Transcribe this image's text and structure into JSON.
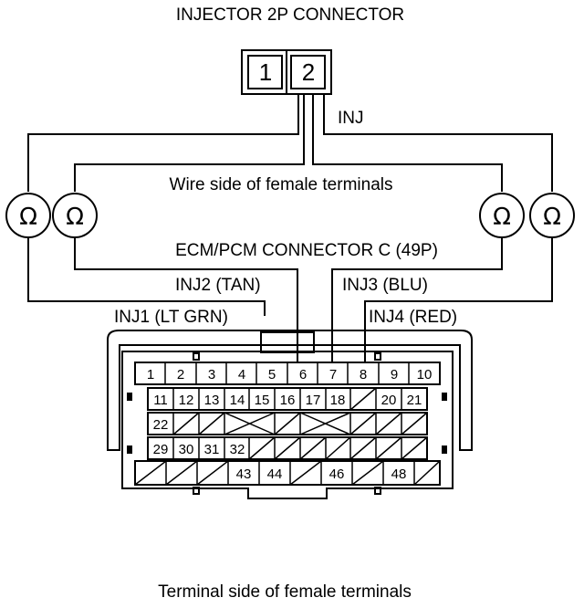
{
  "title": "INJECTOR 2P CONNECTOR",
  "injector_connector": {
    "pins": [
      "1",
      "2"
    ]
  },
  "inj_label": "INJ",
  "wire_side_label": "Wire side of female terminals",
  "ecm_label": "ECM/PCM CONNECTOR C (49P)",
  "meter_symbol": "Ω",
  "wires": {
    "inj1": "INJ1 (LT GRN)",
    "inj2": "INJ2 (TAN)",
    "inj3": "INJ3 (BLU)",
    "inj4": "INJ4 (RED)"
  },
  "ecm_connector": {
    "row1": [
      "1",
      "2",
      "3",
      "4",
      "5",
      "6",
      "7",
      "8",
      "9",
      "10"
    ],
    "row2": [
      "11",
      "12",
      "13",
      "14",
      "15",
      "16",
      "17",
      "18",
      "",
      "20",
      "21"
    ],
    "row3": [
      "22"
    ],
    "row4": [
      "29",
      "30",
      "31",
      "32"
    ],
    "row5": [
      "43",
      "44",
      "46",
      "48"
    ]
  },
  "footer": "Terminal side of female terminals"
}
